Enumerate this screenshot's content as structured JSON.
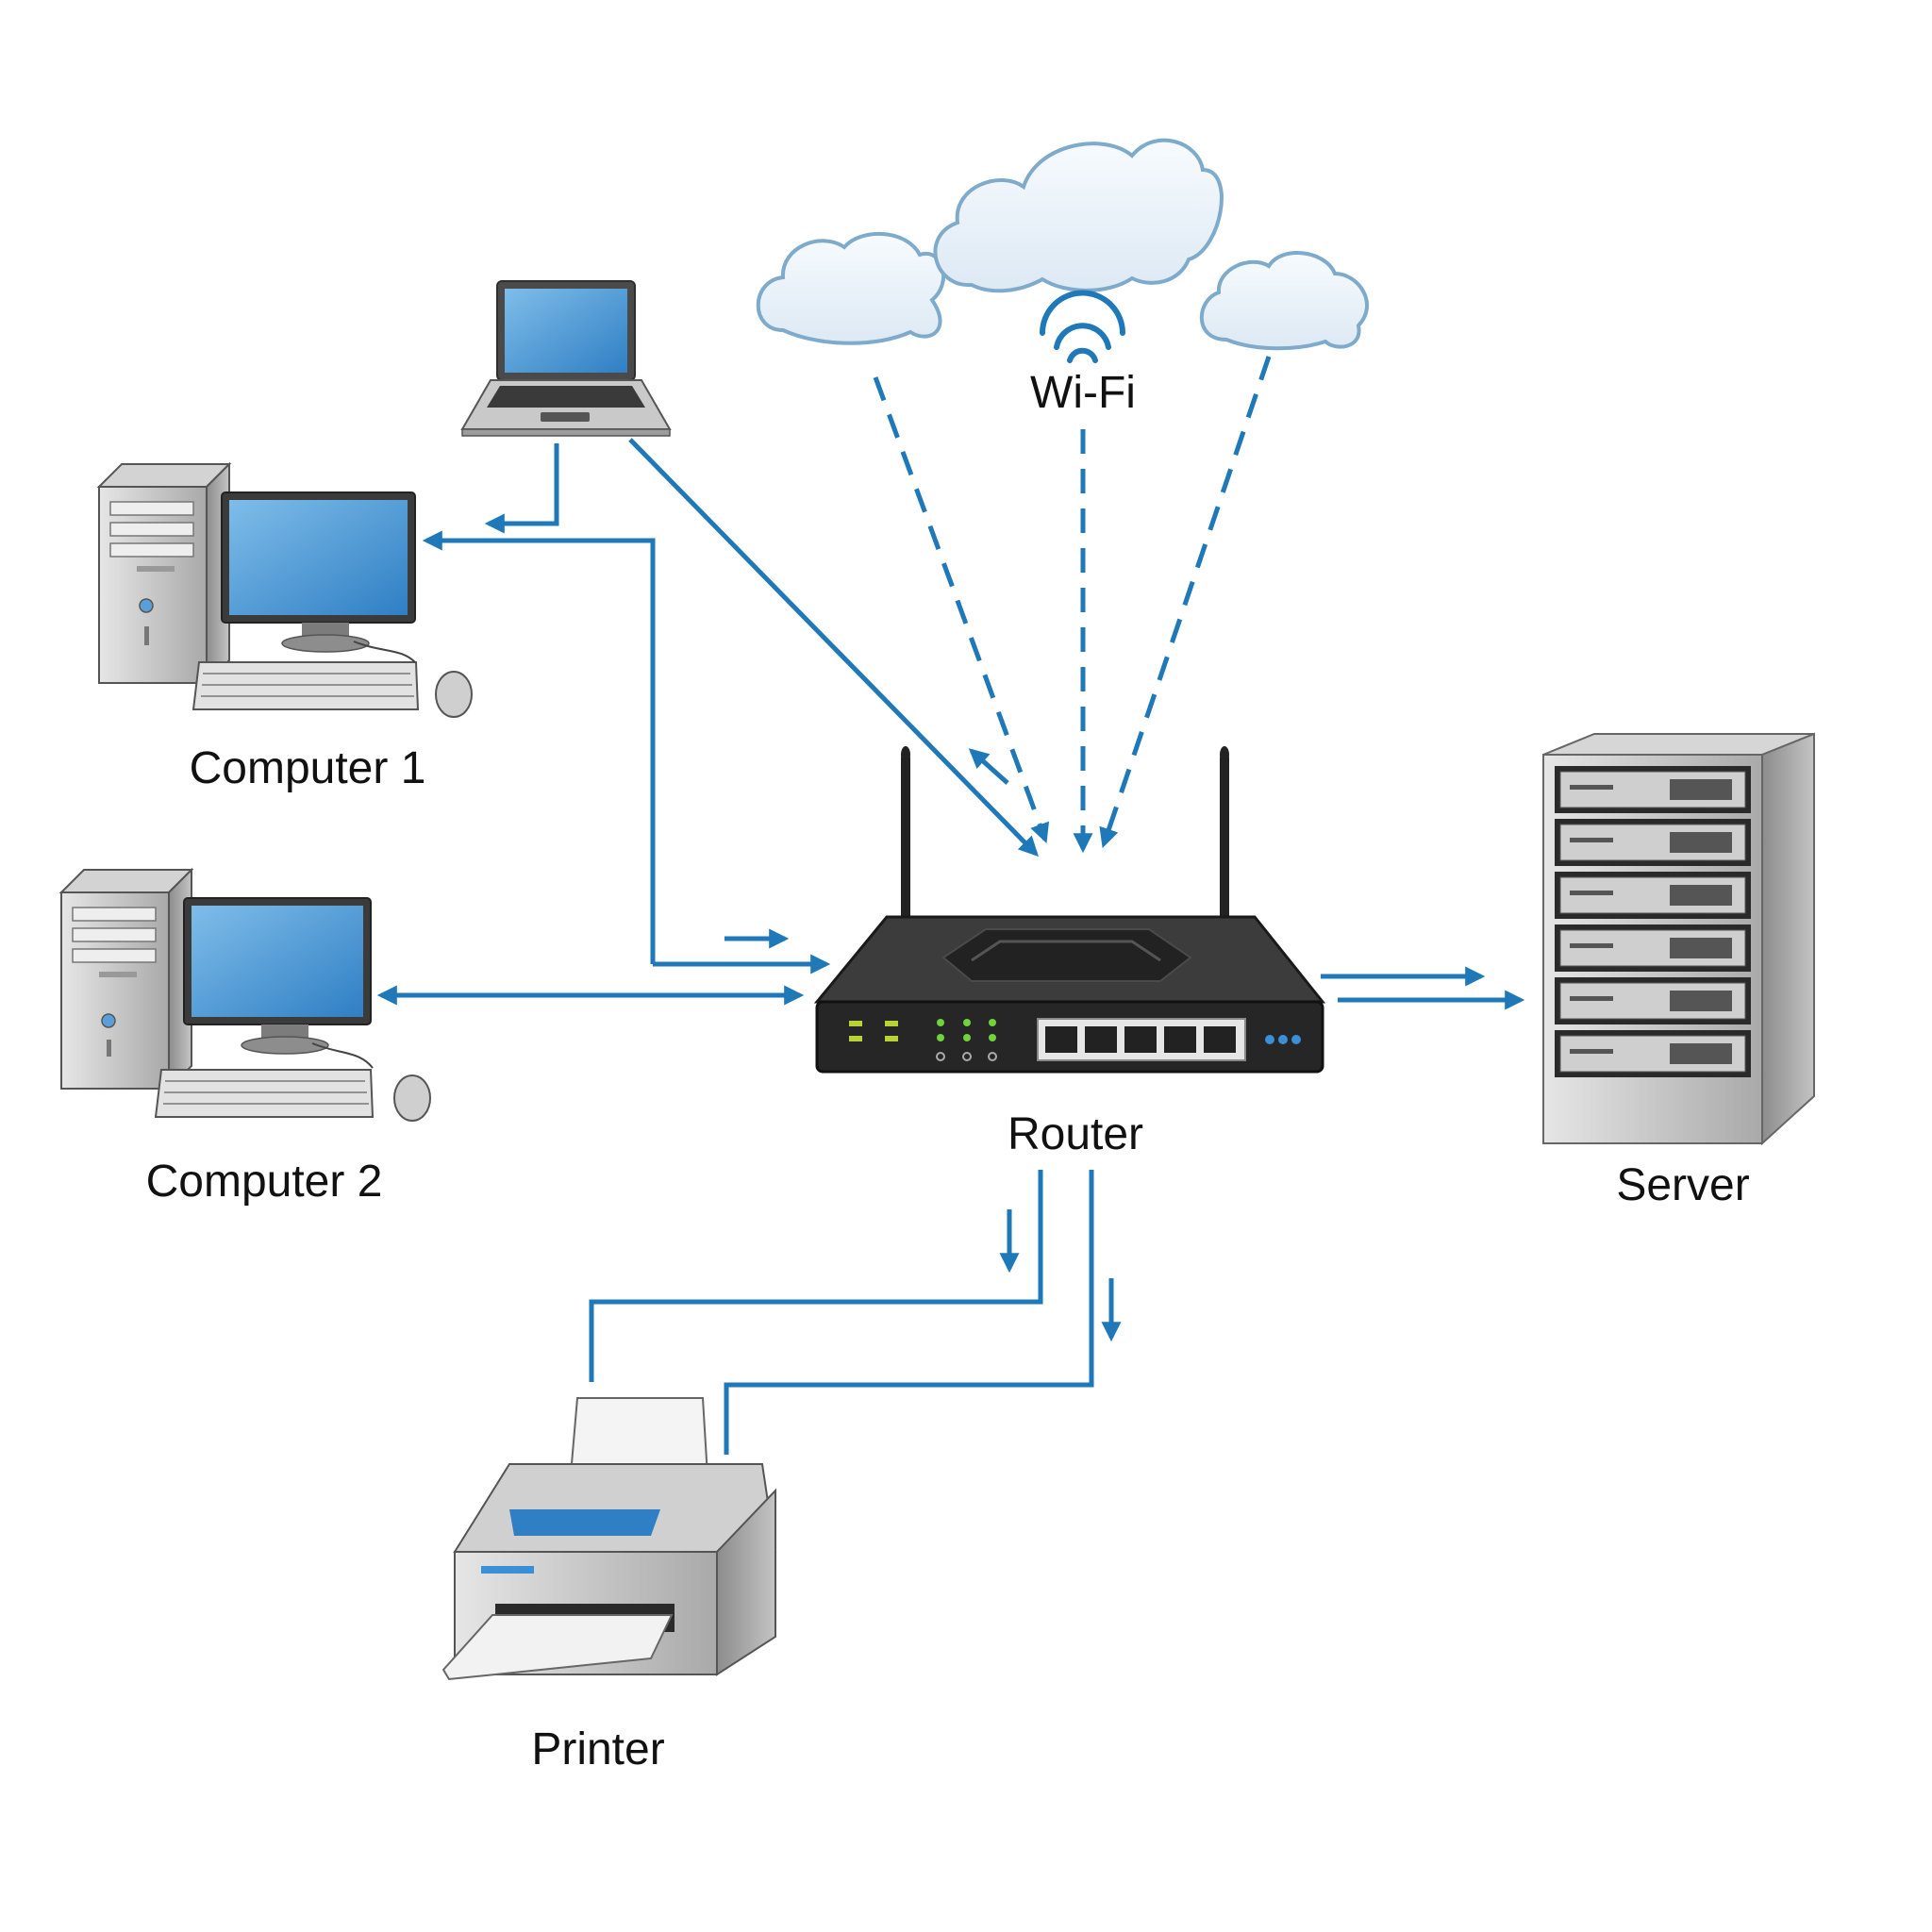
{
  "labels": {
    "wifi": "Wi-Fi",
    "computer1": "Computer 1",
    "computer2": "Computer 2",
    "router": "Router",
    "server": "Server",
    "printer": "Printer"
  },
  "colors": {
    "link": "#1f78b8",
    "screen": "#3f8fd3",
    "cloud_fill": "#e9f2fa",
    "cloud_stroke": "#7eaacb",
    "router_body": "#2b2b2b",
    "led": "#b7d336"
  },
  "icons": [
    "cloud-icon",
    "wifi-icon",
    "laptop-icon",
    "desktop-computer-icon",
    "router-icon",
    "server-rack-icon",
    "printer-icon"
  ]
}
